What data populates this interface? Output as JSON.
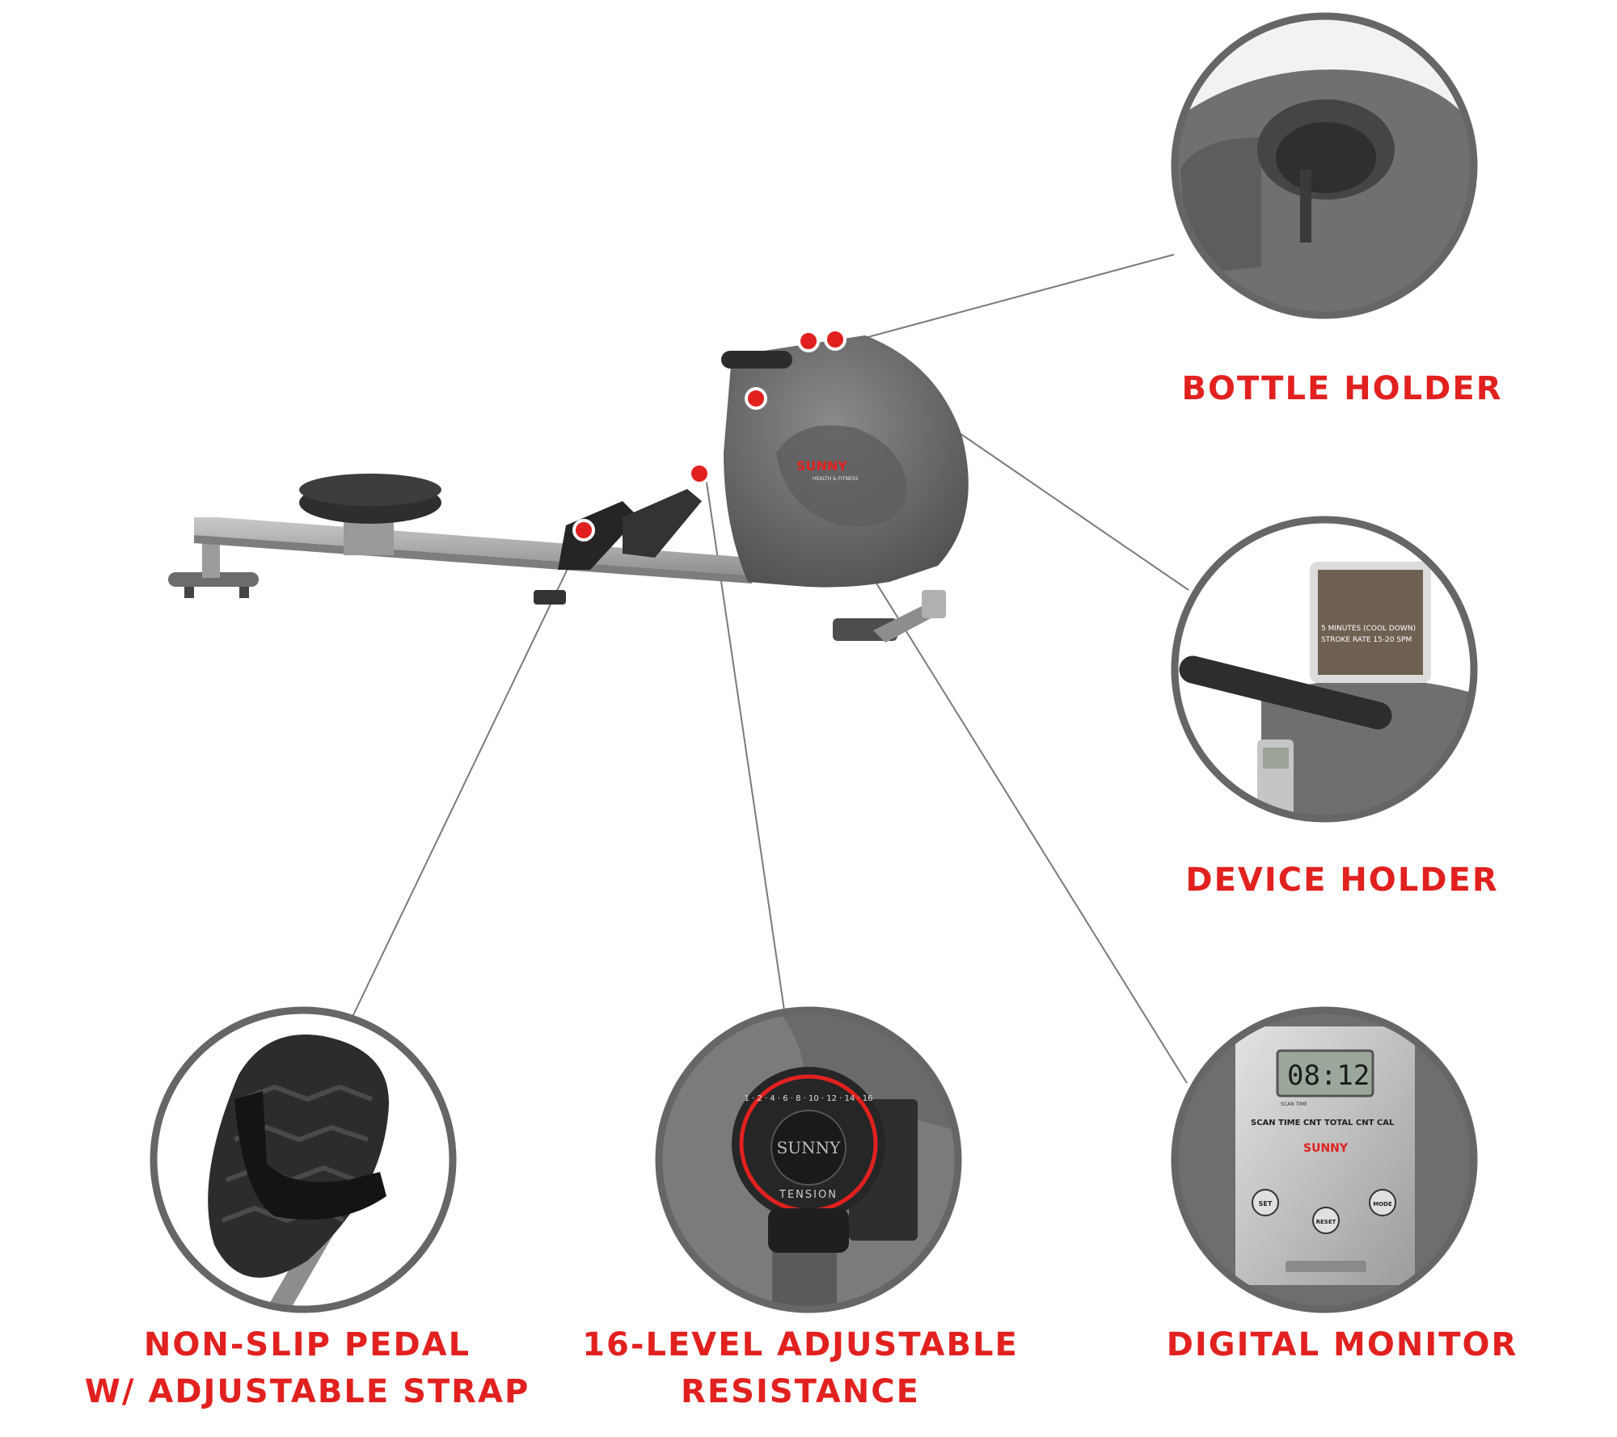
{
  "features": {
    "bottle_holder": "BOTTLE HOLDER",
    "device_holder": "DEVICE HOLDER",
    "digital_monitor": "DIGITAL MONITOR",
    "pedal_line1": "NON-SLIP PEDAL",
    "pedal_line2": "W/ ADJUSTABLE STRAP",
    "resistance_line1": "16-LEVEL ADJUSTABLE",
    "resistance_line2": "RESISTANCE"
  },
  "product": {
    "brand": "SUNNY",
    "brand_sub": "HEALTH & FITNESS"
  },
  "tablet": {
    "line1": "5 MINUTES (COOL DOWN)",
    "line2": "STROKE RATE 15-20 SPM"
  },
  "monitor": {
    "readout": "08:12",
    "mode_indicator": "SCAN TIME",
    "metrics": "SCAN TIME CNT TOTAL CNT CAL",
    "buttons": {
      "set": "SET",
      "reset": "RESET",
      "mode": "MODE"
    }
  },
  "knob": {
    "scale": "1 · 2 · 4 · 6 · 8 · 10 · 12 · 14 · 16",
    "label": "TENSION"
  },
  "colors": {
    "accent_red": "#e1211f",
    "machine_gray": "#6b6b6c",
    "callout_ring": "#666666"
  }
}
